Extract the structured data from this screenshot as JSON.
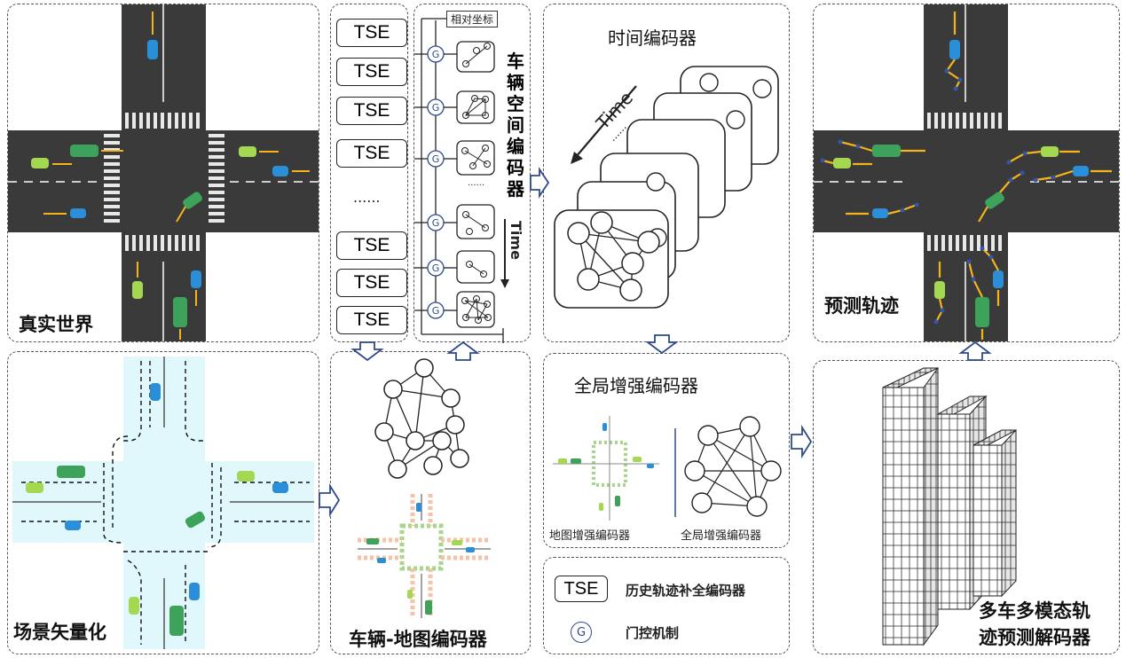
{
  "panels": {
    "real_world": {
      "label": "真实世界"
    },
    "scene_vectorization": {
      "label": "场景矢量化"
    },
    "tse_column": {
      "items": [
        "TSE",
        "TSE",
        "TSE",
        "TSE",
        "......",
        "TSE",
        "TSE",
        "TSE"
      ]
    },
    "spatial_encoder": {
      "relative_coord": "相对坐标",
      "title": "车辆空间编码器",
      "time_label": "Time",
      "gate": "G",
      "dots": "......"
    },
    "vehicle_map_encoder": {
      "label": "车辆-地图编码器"
    },
    "temporal_encoder": {
      "label": "时间编码器",
      "time_label": "Time",
      "dots": "......"
    },
    "global_enhanced_encoder": {
      "label": "全局增强编码器",
      "sub_map": "地图增强编码器",
      "sub_global": "全局增强编码器"
    },
    "legend": {
      "tse_symbol": "TSE",
      "tse_desc": "历史轨迹补全编码器",
      "gate_symbol": "G",
      "gate_desc": "门控机制"
    },
    "predicted": {
      "label": "预测轨迹"
    },
    "decoder": {
      "label_line1": "多车多模态轨",
      "label_line2": "迹预测解码器"
    }
  },
  "colors": {
    "road": "#3a3a3a",
    "lane_bg": "#e0f8fb",
    "arrow_yellow": "#f5b41a",
    "arrow_blue": "#3355aa",
    "connector": "#2e4a8a"
  }
}
